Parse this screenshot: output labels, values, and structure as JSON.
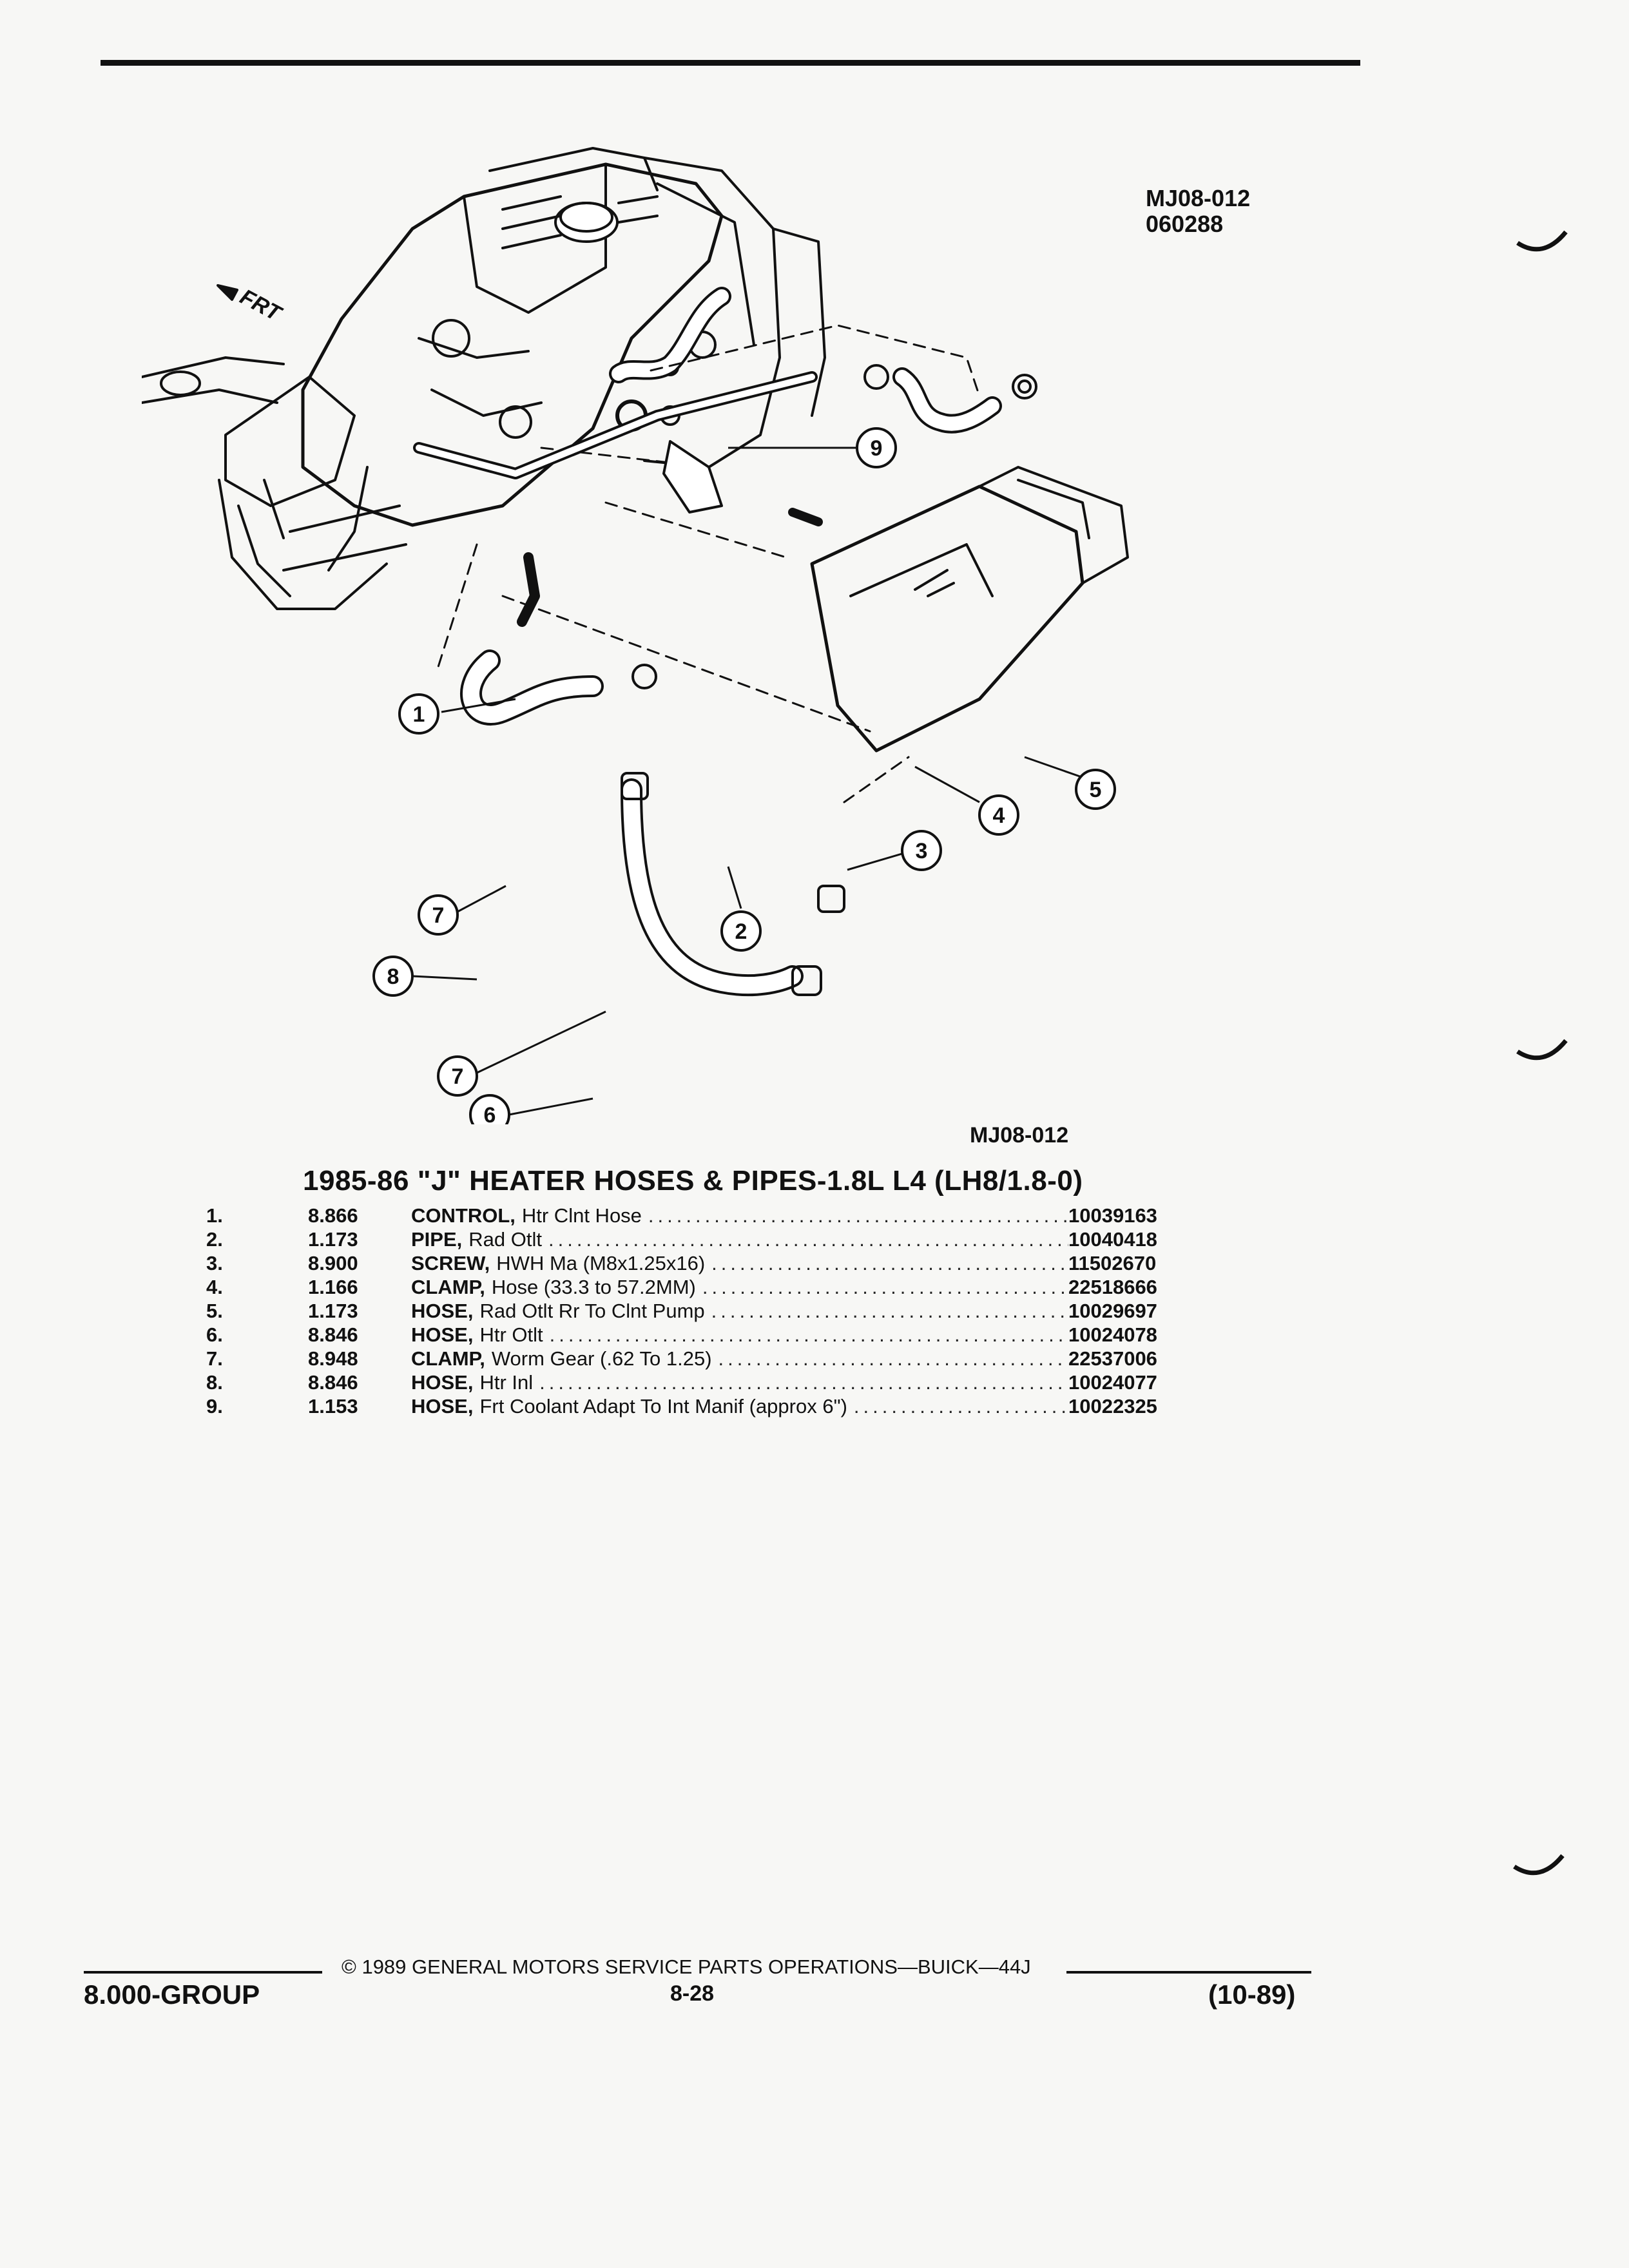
{
  "header": {
    "ref_line1": "MJ08-012",
    "ref_line2": "060288"
  },
  "figure": {
    "id_label": "MJ08-012",
    "front_label": "FRT",
    "callouts": [
      "1",
      "2",
      "3",
      "4",
      "5",
      "6",
      "7",
      "8",
      "9"
    ]
  },
  "parts_table": {
    "title": "1985-86 \"J\" HEATER HOSES & PIPES-1.8L L4 (LH8/1.8-0)",
    "rows": [
      {
        "num": "1.",
        "group": "8.866",
        "keyword": "CONTROL,",
        "desc": "Htr Clnt Hose",
        "part": "10039163"
      },
      {
        "num": "2.",
        "group": "1.173",
        "keyword": "PIPE,",
        "desc": "Rad Otlt",
        "part": "10040418"
      },
      {
        "num": "3.",
        "group": "8.900",
        "keyword": "SCREW,",
        "desc": "HWH Ma (M8x1.25x16)",
        "part": "11502670"
      },
      {
        "num": "4.",
        "group": "1.166",
        "keyword": "CLAMP,",
        "desc": "Hose (33.3 to 57.2MM)",
        "part": "22518666"
      },
      {
        "num": "5.",
        "group": "1.173",
        "keyword": "HOSE,",
        "desc": "Rad Otlt Rr To Clnt Pump",
        "part": "10029697"
      },
      {
        "num": "6.",
        "group": "8.846",
        "keyword": "HOSE,",
        "desc": "Htr Otlt",
        "part": "10024078"
      },
      {
        "num": "7.",
        "group": "8.948",
        "keyword": "CLAMP,",
        "desc": "Worm Gear (.62 To 1.25)",
        "part": "22537006"
      },
      {
        "num": "8.",
        "group": "8.846",
        "keyword": "HOSE,",
        "desc": "Htr Inl",
        "part": "10024077"
      },
      {
        "num": "9.",
        "group": "1.153",
        "keyword": "HOSE,",
        "desc": "Frt Coolant Adapt To Int Manif (approx 6\")",
        "part": "10022325"
      }
    ]
  },
  "footer": {
    "copyright": "©  1989  GENERAL MOTORS SERVICE PARTS OPERATIONS—BUICK—44J",
    "page": "8-28",
    "group": "8.000-GROUP",
    "date": "(10-89)"
  }
}
